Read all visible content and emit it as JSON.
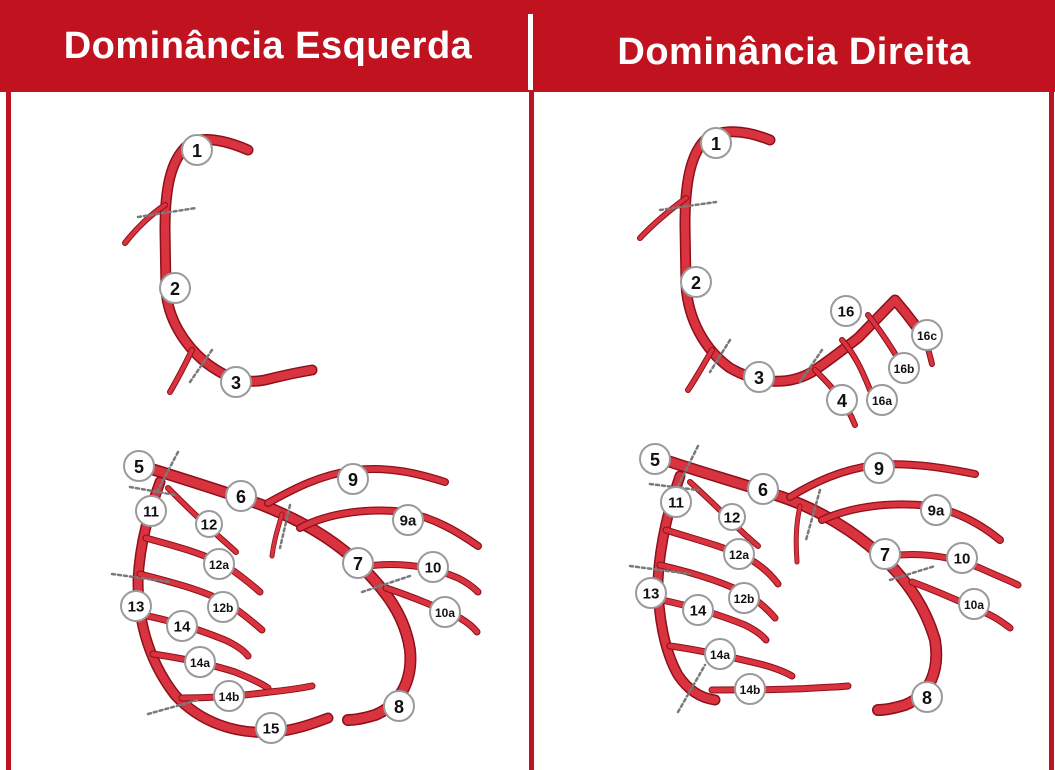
{
  "panels": {
    "left": {
      "title": "Dominância Esquerda"
    },
    "right": {
      "title": "Dominância Direita"
    }
  },
  "colors": {
    "header": "#c1121f",
    "vessel": "#d9333f",
    "vessel_dark": "#a8101c",
    "cut_line": "#7a7a7a"
  },
  "left_labels": {
    "s1": "1",
    "s2": "2",
    "s3": "3",
    "s5": "5",
    "s6": "6",
    "s7": "7",
    "s8": "8",
    "s9": "9",
    "s9a": "9a",
    "s10": "10",
    "s10a": "10a",
    "s11": "11",
    "s12": "12",
    "s12a": "12a",
    "s12b": "12b",
    "s13": "13",
    "s14": "14",
    "s14a": "14a",
    "s14b": "14b",
    "s15": "15"
  },
  "right_labels": {
    "s1": "1",
    "s2": "2",
    "s3": "3",
    "s4": "4",
    "s16": "16",
    "s16a": "16a",
    "s16b": "16b",
    "s16c": "16c",
    "s5": "5",
    "s6": "6",
    "s7": "7",
    "s8": "8",
    "s9": "9",
    "s9a": "9a",
    "s10": "10",
    "s10a": "10a",
    "s11": "11",
    "s12": "12",
    "s12a": "12a",
    "s12b": "12b",
    "s13": "13",
    "s14": "14",
    "s14a": "14a",
    "s14b": "14b"
  }
}
